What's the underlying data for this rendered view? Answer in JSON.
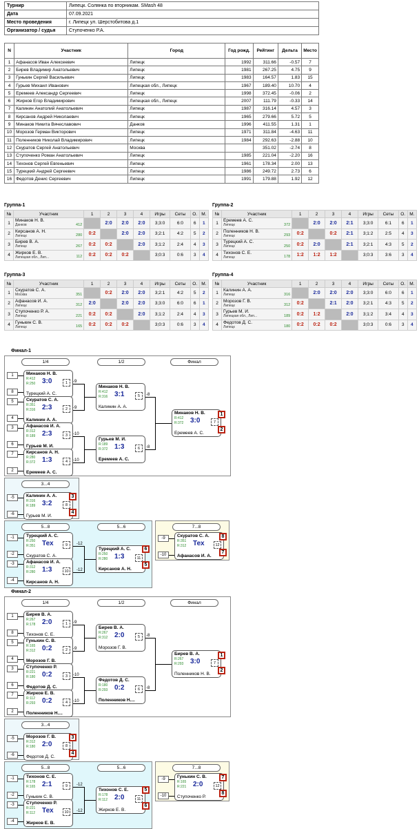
{
  "info": {
    "rows": [
      {
        "k": "Турнир",
        "v": "Липецк. Солянка по вторникам. SMash 48"
      },
      {
        "k": "Дата",
        "v": "07.09.2021"
      },
      {
        "k": "Место проведения",
        "v": "г. Липецк ул. Шерстобитова д.1"
      },
      {
        "k": "Организатор / судья",
        "v": "Ступоченко Р.А."
      }
    ]
  },
  "players": {
    "headers": [
      "N",
      "Участник",
      "Город",
      "Год рожд.",
      "Рейтинг",
      "Дельта",
      "Место"
    ],
    "rows": [
      [
        "1",
        "Афанасов Иван Алексеевич",
        "Липецк",
        "1992",
        "311.66",
        "-0.57",
        "7"
      ],
      [
        "2",
        "Бирев Владимир Анатольевич",
        "Липецк",
        "1981",
        "267.25",
        "4.75",
        "9"
      ],
      [
        "3",
        "Гунькин Сергей Васильевич",
        "Липецк",
        "1983",
        "164.57",
        "1.83",
        "15"
      ],
      [
        "4",
        "Гурьев Михаил Иванович",
        "Липецкая обл., Липецк",
        "1967",
        "189.40",
        "10.70",
        "4"
      ],
      [
        "5",
        "Еремеев Александр Сергеевич",
        "Липецк",
        "1998",
        "372.45",
        "-0.06",
        "2"
      ],
      [
        "6",
        "Жирков Егор Владимирович",
        "Липецкая обл., Липецк",
        "2007",
        "111.79",
        "-0.33",
        "14"
      ],
      [
        "7",
        "Калинин Анатолий Анатольевич",
        "Липецк",
        "1987",
        "316.14",
        "4.57",
        "3"
      ],
      [
        "8",
        "Кирсанов Андрей Николаевич",
        "Липецк",
        "1965",
        "279.66",
        "5.72",
        "5"
      ],
      [
        "9",
        "Минаков Никита Вячеславович",
        "Данков",
        "1996",
        "411.55",
        "1.31",
        "1"
      ],
      [
        "10",
        "Морозов Герман Викторович",
        "Липецк",
        "1971",
        "311.84",
        "-4.63",
        "11"
      ],
      [
        "11",
        "Поленников Николай Владимирович",
        "Липецк",
        "1984",
        "292.63",
        "-2.88",
        "10"
      ],
      [
        "12",
        "Скуратов Сергей Анатольевич",
        "Москва",
        "",
        "351.02",
        "-2.74",
        "8"
      ],
      [
        "13",
        "Ступоченко Роман Анатольевич",
        "Липецк",
        "1985",
        "221.04",
        "-2.20",
        "16"
      ],
      [
        "14",
        "Тихонов Сергей Евгеньевич",
        "Липецк",
        "1961",
        "178.34",
        "2.00",
        "13"
      ],
      [
        "15",
        "Турецкий Андрей Сергеевич",
        "Липецк",
        "1986",
        "249.72",
        "2.73",
        "6"
      ],
      [
        "16",
        "Федотов Денис Сергеевич",
        "Липецк",
        "1991",
        "179.88",
        "1.92",
        "12"
      ]
    ]
  },
  "groups": {
    "headers": [
      "№",
      "Участник",
      "1",
      "2",
      "3",
      "4",
      "Игры",
      "Сеты",
      "О.",
      "М."
    ],
    "list": [
      {
        "title": "Группа-1",
        "rows": [
          {
            "n": "1",
            "name": "Минаков Н. В.",
            "city": "Данков",
            "rating": "412",
            "cells": [
              "",
              "2:0",
              "2:0",
              "2:0"
            ],
            "games": "3;3:0",
            "sets": "6:0",
            "pts": "6",
            "place": "1"
          },
          {
            "n": "2",
            "name": "Кирсанов А. Н.",
            "city": "Липецк",
            "rating": "280",
            "cells": [
              "0:2",
              "",
              "2:0",
              "2:0"
            ],
            "games": "3;2:1",
            "sets": "4:2",
            "pts": "5",
            "place": "2"
          },
          {
            "n": "3",
            "name": "Бирев В. А.",
            "city": "Липецк",
            "rating": "267",
            "cells": [
              "0:2",
              "0:2",
              "",
              "2:0"
            ],
            "games": "3;1:2",
            "sets": "2:4",
            "pts": "4",
            "place": "3"
          },
          {
            "n": "4",
            "name": "Жирков Е. В.",
            "city": "Липецкая обл., Лип...",
            "rating": "112",
            "cells": [
              "0:2",
              "0:2",
              "0:2",
              ""
            ],
            "games": "3;0:3",
            "sets": "0:6",
            "pts": "3",
            "place": "4"
          }
        ]
      },
      {
        "title": "Группа-2",
        "rows": [
          {
            "n": "1",
            "name": "Еремеев А. С.",
            "city": "Липецк",
            "rating": "372",
            "cells": [
              "",
              "2:0",
              "2:0",
              "2:1"
            ],
            "games": "3;3:0",
            "sets": "6:1",
            "pts": "6",
            "place": "1"
          },
          {
            "n": "2",
            "name": "Поленников Н. В.",
            "city": "Липецк",
            "rating": "293",
            "cells": [
              "0:2",
              "",
              "0:2",
              "2:1"
            ],
            "games": "3;1:2",
            "sets": "2:5",
            "pts": "4",
            "place": "3"
          },
          {
            "n": "3",
            "name": "Турецкий А. С.",
            "city": "Липецк",
            "rating": "250",
            "cells": [
              "0:2",
              "2:0",
              "",
              "2:1"
            ],
            "games": "3;2:1",
            "sets": "4:3",
            "pts": "5",
            "place": "2"
          },
          {
            "n": "4",
            "name": "Тихонов С. Е.",
            "city": "Липецк",
            "rating": "178",
            "cells": [
              "1:2",
              "1:2",
              "1:2",
              ""
            ],
            "games": "3;0:3",
            "sets": "3:6",
            "pts": "3",
            "place": "4"
          }
        ]
      },
      {
        "title": "Группа-3",
        "rows": [
          {
            "n": "1",
            "name": "Скуратов С. А.",
            "city": "Москва",
            "rating": "351",
            "cells": [
              "",
              "0:2",
              "2:0",
              "2:0"
            ],
            "games": "3;2:1",
            "sets": "4:2",
            "pts": "5",
            "place": "2"
          },
          {
            "n": "2",
            "name": "Афанасов И. А.",
            "city": "Липецк",
            "rating": "312",
            "cells": [
              "2:0",
              "",
              "2:0",
              "2:0"
            ],
            "games": "3;3:0",
            "sets": "6:0",
            "pts": "6",
            "place": "1"
          },
          {
            "n": "3",
            "name": "Ступоченко Р. А.",
            "city": "Липецк",
            "rating": "221",
            "cells": [
              "0:2",
              "0:2",
              "",
              "2:0"
            ],
            "games": "3;1:2",
            "sets": "2:4",
            "pts": "4",
            "place": "3"
          },
          {
            "n": "4",
            "name": "Гунькин С. В.",
            "city": "Липецк",
            "rating": "165",
            "cells": [
              "0:2",
              "0:2",
              "0:2",
              ""
            ],
            "games": "3;0:3",
            "sets": "0:6",
            "pts": "3",
            "place": "4"
          }
        ]
      },
      {
        "title": "Группа-4",
        "rows": [
          {
            "n": "1",
            "name": "Калинин А. А.",
            "city": "Липецк",
            "rating": "316",
            "cells": [
              "",
              "2:0",
              "2:0",
              "2:0"
            ],
            "games": "3;3:0",
            "sets": "6:0",
            "pts": "6",
            "place": "1"
          },
          {
            "n": "2",
            "name": "Морозов Г. В.",
            "city": "Липецк",
            "rating": "312",
            "cells": [
              "0:2",
              "",
              "2:1",
              "2:0"
            ],
            "games": "3;2:1",
            "sets": "4:3",
            "pts": "5",
            "place": "2"
          },
          {
            "n": "3",
            "name": "Гурьев М. И.",
            "city": "Липецкая обл., Лип...",
            "rating": "189",
            "cells": [
              "0:2",
              "1:2",
              "",
              "2:0"
            ],
            "games": "3;1:2",
            "sets": "3:4",
            "pts": "4",
            "place": "3"
          },
          {
            "n": "4",
            "name": "Федотов Д. С.",
            "city": "Липецк",
            "rating": "180",
            "cells": [
              "0:2",
              "0:2",
              "0:2",
              ""
            ],
            "games": "3;0:3",
            "sets": "0:6",
            "pts": "3",
            "place": "4"
          }
        ]
      }
    ]
  },
  "finals": [
    {
      "title": "Финал-1",
      "rounds": [
        "1/4",
        "1/2",
        "Финал"
      ],
      "r1": [
        {
          "pins": [
            "1",
            "8"
          ],
          "top": "Минаков Н. В.",
          "bot": "Турецкий А. С.",
          "r1": "R:412",
          "r2": "R:250",
          "score": "3:0",
          "id": "1",
          "win": "top",
          "out": "-9"
        },
        {
          "pins": [
            "5",
            "4"
          ],
          "top": "Скуратов С. А.",
          "bot": "Калинин А. А.",
          "r1": "R:351",
          "r2": "R:316",
          "score": "2:3",
          "id": "2",
          "win": "bot",
          "out": "-9"
        },
        {
          "pins": [
            "3",
            "6"
          ],
          "top": "Афанасов И. А.",
          "bot": "Гурьев М. И.",
          "r1": "R:312",
          "r2": "R:189",
          "score": "2:3",
          "id": "3",
          "win": "bot",
          "out": "-10"
        },
        {
          "pins": [
            "7",
            "2"
          ],
          "top": "Кирсанов А. Н.",
          "bot": "Еремеев А. С.",
          "r1": "R:280",
          "r2": "R:372",
          "score": "1:3",
          "id": "4",
          "win": "bot",
          "out": "-10"
        }
      ],
      "r2": [
        {
          "top": "Минаков Н. В.",
          "bot": "Калинин А. А.",
          "r1": "R:412",
          "r2": "R:316",
          "score": "3:1",
          "id": "5",
          "win": "top",
          "out": "-8"
        },
        {
          "top": "Гурьев М. И.",
          "bot": "Еремеев А. С.",
          "r1": "R:189",
          "r2": "R:372",
          "score": "1:3",
          "id": "6",
          "win": "bot",
          "out": "-8"
        }
      ],
      "final": {
        "top": "Минаков Н. В.",
        "bot": "Еремеев А. С.",
        "r1": "R:412",
        "r2": "R:372",
        "score": "3:0",
        "id": "7",
        "win": "top",
        "p1": "1",
        "p2": "2"
      },
      "third": {
        "head": "3...4",
        "pins": [
          "-5",
          "-6"
        ],
        "top": "Калинин А. А.",
        "bot": "Гурьев М. И.",
        "r1": "R:316",
        "r2": "R:189",
        "score": "3:2",
        "id": "8",
        "win": "top",
        "p1": "3",
        "p2": "4"
      },
      "five": {
        "head1": "5...8",
        "head2": "5...6",
        "m": [
          {
            "pins": [
              "-1",
              "-2"
            ],
            "top": "Турецкий А. С.",
            "bot": "Скуратов С. А.",
            "r1": "R:250",
            "r2": "R:351",
            "score": "Тех",
            "id": "9",
            "win": "top",
            "out": "-12"
          },
          {
            "pins": [
              "-3",
              "-4"
            ],
            "top": "Афанасов И. А.",
            "bot": "Кирсанов А. Н.",
            "r1": "R:312",
            "r2": "R:280",
            "score": "1:3",
            "id": "10",
            "win": "bot",
            "out": "-12"
          }
        ],
        "f": {
          "top": "Турецкий А. С.",
          "bot": "Кирсанов А. Н.",
          "r1": "R:250",
          "r2": "R:280",
          "score": "1:3",
          "id": "11",
          "win": "bot",
          "p1": "6",
          "p2": "5"
        }
      },
      "seven": {
        "head": "7...8",
        "pins": [
          "-9",
          "-10"
        ],
        "top": "Скуратов С. А.",
        "bot": "Афанасов И. А.",
        "r1": "R:351",
        "r2": "R:312",
        "score": "Тех",
        "id": "12",
        "win": "bot",
        "p1": "8",
        "p2": "7"
      }
    },
    {
      "title": "Финал-2",
      "rounds": [
        "1/4",
        "1/2",
        "Финал"
      ],
      "r1": [
        {
          "pins": [
            "1",
            "8"
          ],
          "top": "Бирев В. А.",
          "bot": "Тихонов С. Е.",
          "r1": "R:267",
          "r2": "R:178",
          "score": "2:0",
          "id": "1",
          "win": "top",
          "out": "-9"
        },
        {
          "pins": [
            "5",
            "4"
          ],
          "top": "Гунькин С. В.",
          "bot": "Морозов Г. В.",
          "r1": "R:165",
          "r2": "R:312",
          "score": "0:2",
          "id": "2",
          "win": "bot",
          "out": "-9"
        },
        {
          "pins": [
            "3",
            "6"
          ],
          "top": "Ступоченко Р.",
          "bot": "Федотов Д. С.",
          "r1": "R:221",
          "r2": "R:180",
          "score": "0:2",
          "id": "3",
          "win": "bot",
          "out": "-10"
        },
        {
          "pins": [
            "7",
            "2"
          ],
          "top": "Жирков Е. В.",
          "bot": "Поленников Н....",
          "r1": "R:112",
          "r2": "R:293",
          "score": "0:2",
          "id": "4",
          "win": "bot",
          "out": "-10"
        }
      ],
      "r2": [
        {
          "top": "Бирев В. А.",
          "bot": "Морозов Г. В.",
          "r1": "R:267",
          "r2": "R:312",
          "score": "2:0",
          "id": "5",
          "win": "top",
          "out": "-8"
        },
        {
          "top": "Федотов Д. С.",
          "bot": "Поленников Н....",
          "r1": "R:180",
          "r2": "R:293",
          "score": "0:2",
          "id": "6",
          "win": "bot",
          "out": "-8"
        }
      ],
      "final": {
        "top": "Бирев В. А.",
        "bot": "Поленников Н. В.",
        "r1": "R:267",
        "r2": "R:293",
        "score": "3:0",
        "id": "7",
        "win": "top",
        "p1": "1",
        "p2": "2"
      },
      "third": {
        "head": "3...4",
        "pins": [
          "-5",
          "-6"
        ],
        "top": "Морозов Г. В.",
        "bot": "Федотов Д. С.",
        "r1": "R:312",
        "r2": "R:180",
        "score": "2:0",
        "id": "8",
        "win": "top",
        "p1": "3",
        "p2": "4"
      },
      "five": {
        "head1": "5...8",
        "head2": "5...6",
        "m": [
          {
            "pins": [
              "-1",
              "-2"
            ],
            "top": "Тихонов С. Е.",
            "bot": "Гунькин С. В.",
            "r1": "R:178",
            "r2": "R:165",
            "score": "2:1",
            "id": "9",
            "win": "top",
            "out": "-12"
          },
          {
            "pins": [
              "-3",
              "-4"
            ],
            "top": "Ступоченко Р.",
            "bot": "Жирков Е. В.",
            "r1": "R:221",
            "r2": "R:112",
            "score": "Тех",
            "id": "10",
            "win": "bot",
            "out": "-12"
          }
        ],
        "f": {
          "top": "Тихонов С. Е.",
          "bot": "Жирков Е. В.",
          "r1": "R:178",
          "r2": "R:112",
          "score": "2:0",
          "id": "11",
          "win": "top",
          "p1": "5",
          "p2": "6"
        }
      },
      "seven": {
        "head": "7...8",
        "pins": [
          "-9",
          "-10"
        ],
        "top": "Гунькин С. В.",
        "bot": "Ступоченко Р.",
        "r1": "R:165",
        "r2": "R:221",
        "score": "2:0",
        "id": "12",
        "win": "top",
        "p1": "7",
        "p2": "8"
      }
    }
  ]
}
